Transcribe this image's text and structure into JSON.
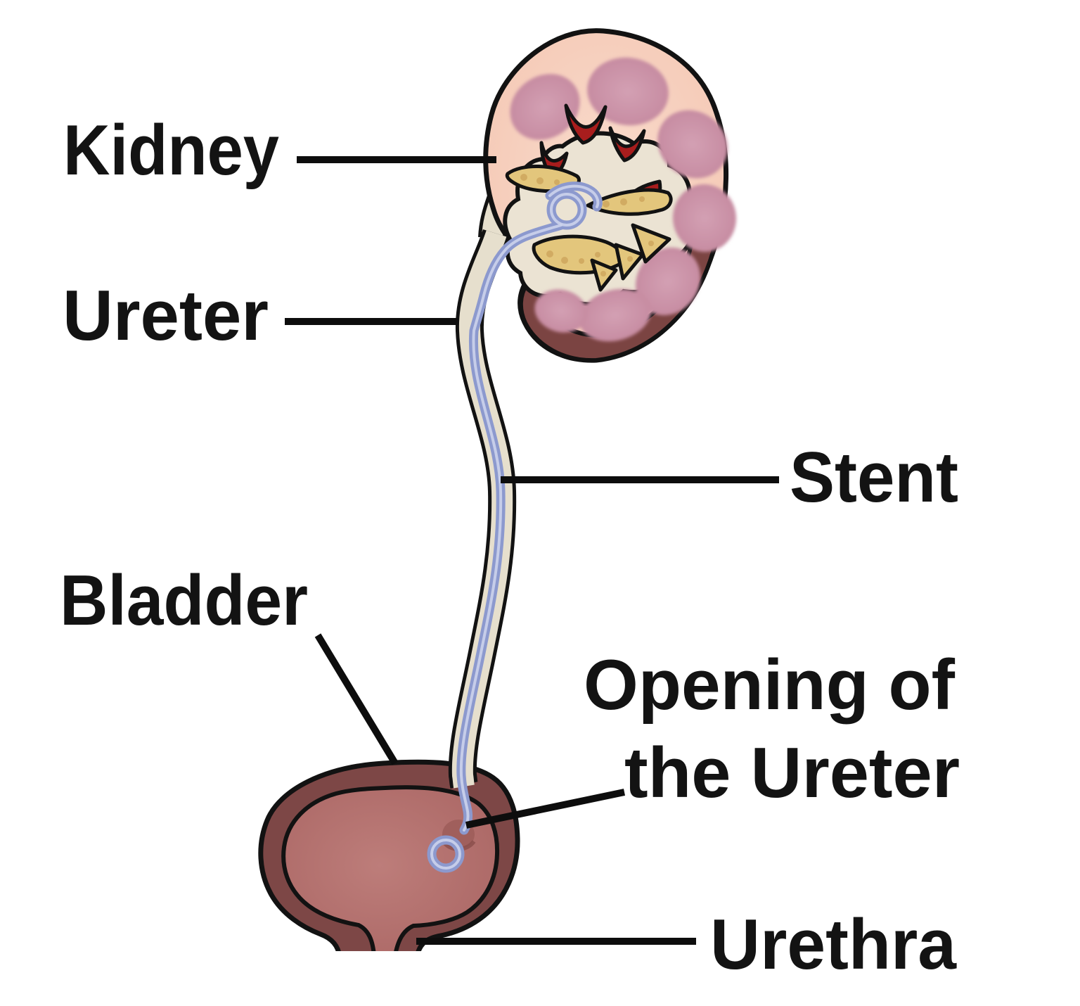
{
  "figure": {
    "type": "medical-anatomy-diagram",
    "subject": "Ureteral stent placement from kidney to bladder",
    "labels": {
      "kidney": "Kidney",
      "ureter": "Ureter",
      "stent": "Stent",
      "bladder": "Bladder",
      "opening_line1": "Opening of",
      "opening_line2": "the Ureter",
      "urethra": "Urethra"
    },
    "colors": {
      "label_text": "#131313",
      "leader_line": "#0d0d0d",
      "outline": "#121212",
      "kidney_cortex": "#f5cbb8",
      "kidney_pyramid": "#c78fa3",
      "renal_pelvis_cream": "#ebe3d3",
      "calyx_red": "#a81d1d",
      "sinus_fat_yellow": "#e3c67c",
      "kidney_wall_maroon": "#7b4442",
      "ureter_tube_cream": "#e6dfcd",
      "bladder_wall_maroon": "#7d4746",
      "bladder_interior_rose": "#b3706e",
      "stent_blue": "#8c99ce",
      "stent_highlight": "#ccd3ec",
      "ureter_opening_bump": "#a05f5c"
    }
  }
}
